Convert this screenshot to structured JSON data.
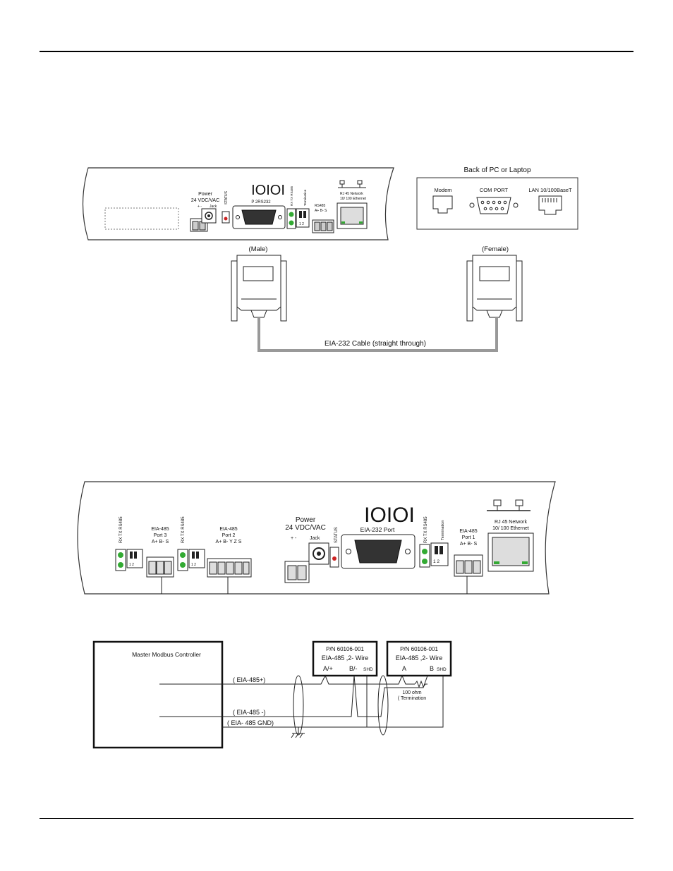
{
  "diagram1": {
    "device": {
      "power_label": "Power",
      "power_volt": "24 VDC/VAC",
      "power_pins": "+   -",
      "jack_label": "Jack",
      "status_label": "STATUS",
      "port_logo": "IOIOI",
      "port_label": "P 2RS232",
      "rxtx_label": "RX TX RS485",
      "termination_label": "Termination",
      "dip_numbers": "1 2",
      "rs485_label": "RS485",
      "rs485_pins": "A+  B-  S",
      "rj45_label": "RJ 45 Network",
      "ethernet_label": "10/ 100 Ethernet"
    },
    "pc": {
      "title": "Back of PC or Laptop",
      "modem_label": "Modem",
      "com_label": "COM PORT",
      "lan_label": "LAN 10/100BaseT"
    },
    "male_label": "(Male)",
    "female_label": "(Female)",
    "cable_label": "EIA-232 Cable (straight through)"
  },
  "diagram2": {
    "device": {
      "rxtx1": "RX TX RS485",
      "port3_title": "EIA-485",
      "port3_port": "Port 3",
      "port3_pins": "A+ B- S",
      "rxtx2": "RX TX RS485",
      "port2_title": "EIA-485",
      "port2_port": "Port 2",
      "port2_pins": "A+ B- Y Z S",
      "power_label": "Power",
      "power_volt": "24 VDC/VAC",
      "power_pins": "+   -",
      "jack_label": "Jack",
      "status_label": "STATUS",
      "port_logo": "IOIOI",
      "port_label": "EIA-232 Port",
      "rxtx3": "RX TX RS485",
      "termination_label": "Termination",
      "dip_numbers": "1 2",
      "port1_title": "EIA-485",
      "port1_port": "Port 1",
      "port1_pins": "A+ B- S",
      "rj45_label": "RJ 45 Network",
      "ethernet_label": "10/ 100 Ethernet",
      "dip_small": "1 2"
    }
  },
  "diagram3": {
    "controller_label": "Master Modbus Controller",
    "box1_pn": "P/N 60106-001",
    "box1_type": "EIA-485 ,2- Wire",
    "box1_a": "A/+",
    "box1_b": "B/-",
    "box1_shd": "SHD",
    "box2_pn": "P/N 60106-001",
    "box2_type": "EIA-485 ,2- Wire",
    "box2_a": "A",
    "box2_b": "B",
    "box2_shd": "SHD",
    "line_plus": "( EIA-485+)",
    "line_minus": "( EIA-485 -)",
    "line_gnd": "( EIA- 485 GND)",
    "resistor_value": "100 ohm",
    "resistor_label": "( Termination"
  }
}
